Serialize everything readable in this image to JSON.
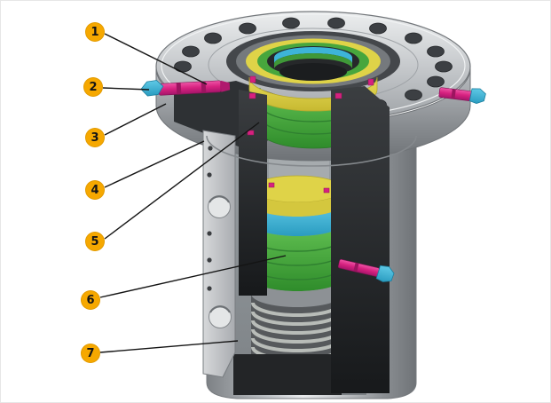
{
  "figure": {
    "type": "technical-cutaway-diagram",
    "subject": "wellhead-casing-head-cross-section",
    "callouts": [
      {
        "number": "1"
      },
      {
        "number": "2"
      },
      {
        "number": "3"
      },
      {
        "number": "4"
      },
      {
        "number": "5"
      },
      {
        "number": "6"
      },
      {
        "number": "7"
      }
    ],
    "colors": {
      "background": "#FFFFFF",
      "callout_background": "#F6A800",
      "callout_text": "#151515",
      "leader_line": "#141414",
      "metal_light": "#E8EAEC",
      "metal_mid": "#A7ABAF",
      "metal_dark": "#232527",
      "seal_green": "#44A63C",
      "seal_yellow": "#DFD348",
      "seal_cyan": "#3DB4D8",
      "lock_screw_magenta": "#D6217F"
    }
  }
}
